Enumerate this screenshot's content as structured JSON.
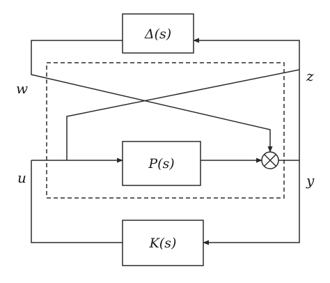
{
  "blocks": {
    "delta": "Δ(s)",
    "plant": "P(s)",
    "controller": "K(s)"
  },
  "signals": {
    "w": "w",
    "z": "z",
    "u": "u",
    "y": "y"
  },
  "colors": {
    "stroke": "#2a2a2a",
    "text": "#1a1a1a",
    "background": "#ffffff"
  },
  "summing_junction_symbol": "times-circle"
}
